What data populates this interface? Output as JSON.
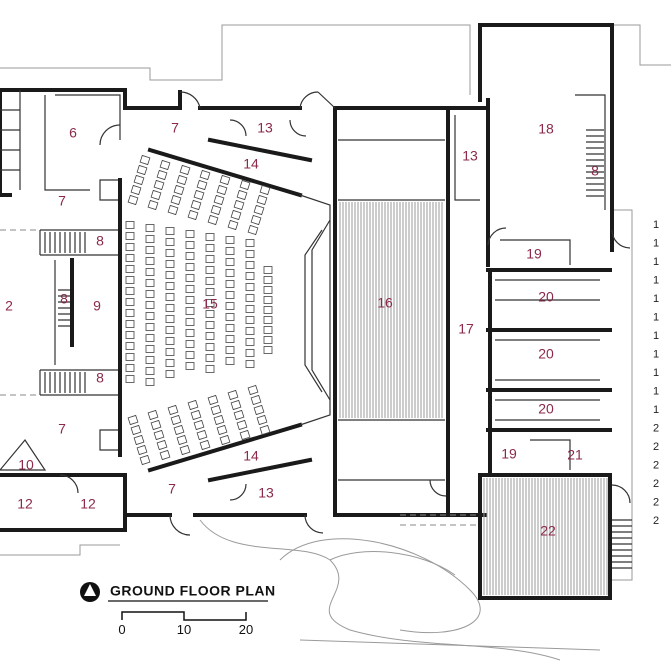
{
  "plan": {
    "title": "GROUND FLOOR PLAN",
    "scale_labels": [
      "0",
      "10",
      "20"
    ]
  },
  "rooms": [
    "6",
    "7",
    "13",
    "14",
    "8",
    "8",
    "8",
    "9",
    "2",
    "15",
    "16",
    "17",
    "13",
    "18",
    "8",
    "19",
    "20",
    "20",
    "20",
    "19",
    "21",
    "22",
    "14",
    "13",
    "12",
    "12",
    "10",
    "7",
    "7",
    "7"
  ],
  "legend_numbers": [
    "1",
    "1",
    "1",
    "1",
    "1",
    "1",
    "1",
    "1",
    "1",
    "1",
    "1",
    "2",
    "2",
    "2",
    "2",
    "2",
    "2"
  ]
}
